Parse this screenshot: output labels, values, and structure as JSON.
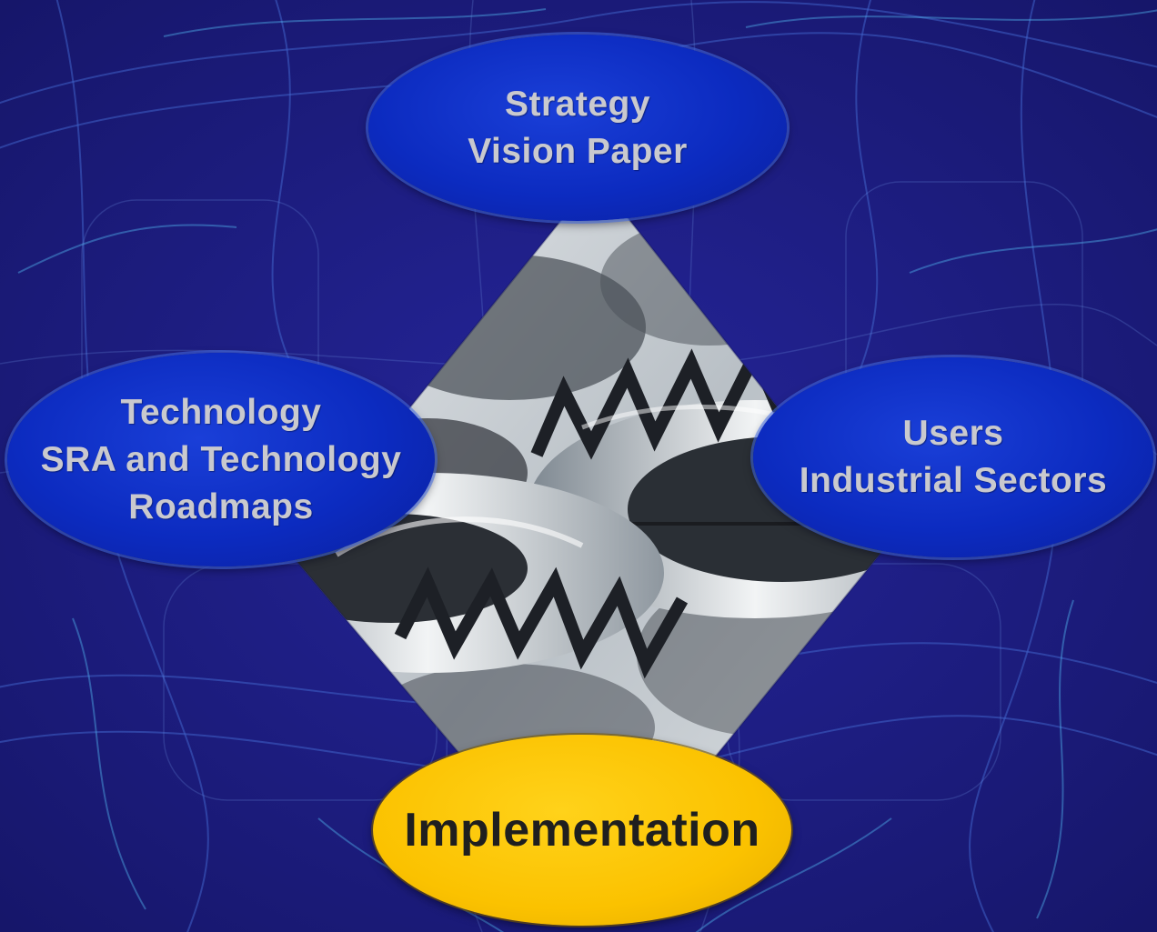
{
  "diagram": {
    "nodes": [
      {
        "id": "strategy",
        "lines": [
          "Strategy",
          "Vision Paper"
        ]
      },
      {
        "id": "technology",
        "lines": [
          "Technology",
          "SRA and Technology",
          "Roadmaps"
        ]
      },
      {
        "id": "users",
        "lines": [
          "Users",
          "Industrial Sectors"
        ]
      },
      {
        "id": "implementation",
        "lines": [
          "Implementation"
        ]
      }
    ],
    "center_image": "gears-image"
  },
  "colors": {
    "background": "#1c1b78",
    "node_blue": "#0c2bc0",
    "node_yellow": "#fbc200",
    "node_text_light": "#c9c9ce",
    "node_text_dark": "#1f1f1f"
  }
}
